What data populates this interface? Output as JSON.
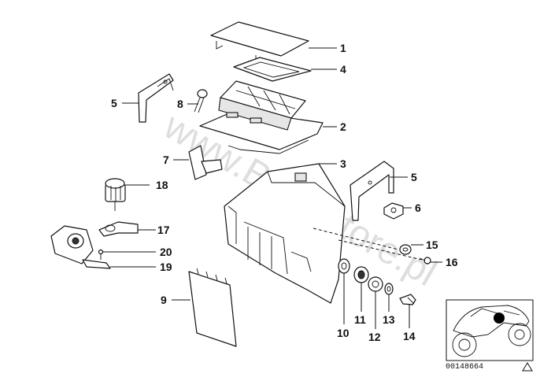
{
  "callouts": {
    "c1": "1",
    "c2": "2",
    "c3": "3",
    "c4": "4",
    "c5a": "5",
    "c5b": "5",
    "c6": "6",
    "c7": "7",
    "c8": "8",
    "c9": "9",
    "c10": "10",
    "c11": "11",
    "c12": "12",
    "c13": "13",
    "c14": "14",
    "c15": "15",
    "c16": "16",
    "c17": "17",
    "c18": "18",
    "c19": "19",
    "c20": "20"
  },
  "watermark": "www.BMWstore.pl",
  "diagram_number": "00148664"
}
